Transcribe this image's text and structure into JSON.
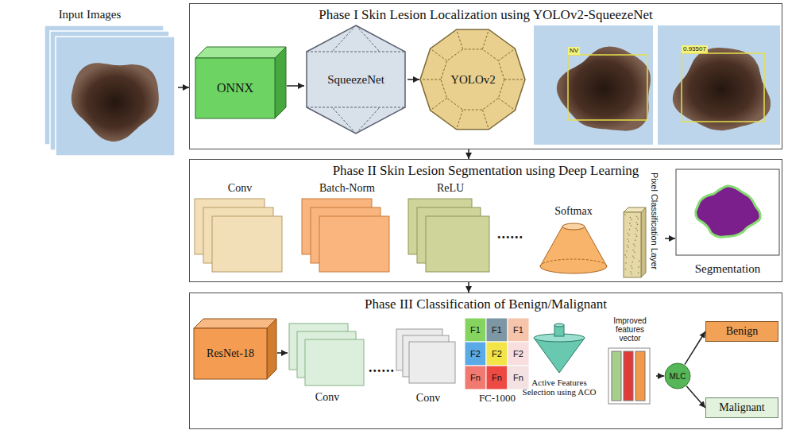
{
  "diagram": {
    "nodes": [
      {
        "text": [
          "Input Images"
        ]
      },
      {
        "text": [
          "Phase I Skin Lesion Localization using YOLOv2-SqueezeNet"
        ]
      },
      {
        "text": [
          "ONNX"
        ],
        "in": 1
      },
      {
        "text": [
          "SqueezeNet"
        ],
        "in": 1
      },
      {
        "text": [
          "YOLOv2"
        ],
        "in": 1
      },
      {
        "text": [
          "NV"
        ],
        "in": 1
      },
      {
        "text": [
          "0.93507"
        ],
        "in": 1
      },
      {
        "text": [
          "Phase II Skin Lesion Segmentation using Deep Learning"
        ]
      },
      {
        "text": [
          "Conv"
        ],
        "in": 7
      },
      {
        "text": [
          "Batch-Norm"
        ],
        "in": 7
      },
      {
        "text": [
          "ReLU"
        ],
        "in": 7
      },
      {
        "text": [
          "Softmax"
        ],
        "in": 7
      },
      {
        "text": [
          "Pixel Classification Layer"
        ],
        "in": 7
      },
      {
        "text": [
          "Segmentation"
        ],
        "in": 7
      },
      {
        "text": [
          "Phase III Classification of Benign/Malignant"
        ]
      },
      {
        "text": [
          "ResNet-18"
        ],
        "in": 14
      },
      {
        "text": [
          "Conv"
        ],
        "in": 14
      },
      {
        "text": [
          "Conv"
        ],
        "in": 14
      },
      {
        "text": [
          "F1",
          "F1",
          "F1",
          "F2",
          "F2",
          "F2",
          "Fn",
          "Fn",
          "Fn",
          "FC-1000"
        ],
        "in": 14
      },
      {
        "text": [
          "Active Features Selection using ACO"
        ],
        "in": 14
      },
      {
        "text": [
          "Improved features vector"
        ],
        "in": 14
      },
      {
        "text": [
          "MLC"
        ],
        "in": 14
      },
      {
        "text": [
          "Benign"
        ],
        "in": 14
      },
      {
        "text": [
          "Malignant"
        ],
        "in": 14
      }
    ],
    "edges": [
      {
        "from": 0,
        "to": 1,
        "arrow": "to"
      },
      {
        "from": 2,
        "to": 3,
        "arrow": "to"
      },
      {
        "from": 3,
        "to": 4,
        "arrow": "to"
      },
      {
        "from": 1,
        "to": 7,
        "arrow": "to"
      },
      {
        "from": 12,
        "to": 13,
        "arrow": "to"
      },
      {
        "from": 7,
        "to": 14,
        "arrow": "to"
      },
      {
        "from": 15,
        "to": 16,
        "arrow": "to"
      },
      {
        "from": 20,
        "to": 21,
        "arrow": "to"
      },
      {
        "from": 21,
        "to": 22,
        "arrow": "to"
      },
      {
        "from": 21,
        "to": 23,
        "arrow": "to"
      }
    ],
    "labels": [
      "......",
      "......"
    ]
  }
}
